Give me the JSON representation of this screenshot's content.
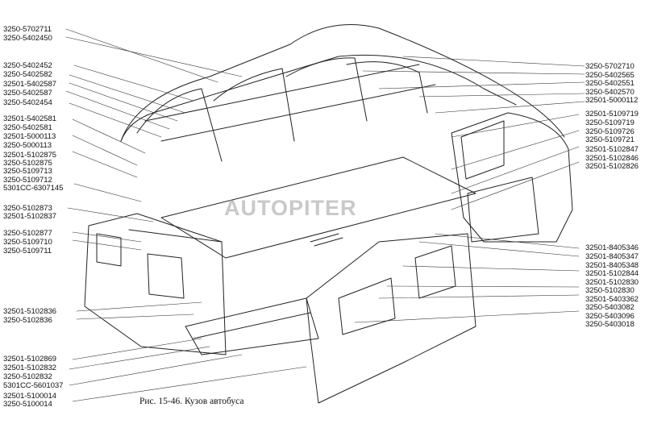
{
  "caption": "Рис. 15-46. Кузов автобуса",
  "watermark": "AUTOPITER",
  "left_labels": [
    "3250-5702711",
    "3250-5402450",
    "3250-5402452",
    "3250-5402582",
    "32501-5402587",
    "3250-5402587",
    "3250-5402454",
    "32501-5402581",
    "3250-5402581",
    "32501-5000113",
    "3250-5000113",
    "32501-5102875",
    "3250-5102875",
    "3250-5109713",
    "3250-5109712",
    "5301CC-6307145",
    "3250-5102873",
    "32501-5102837",
    "3250-5102877",
    "3250-5109710",
    "3250-5109711",
    "32501-5102836",
    "3250-5102836",
    "32501-5102869",
    "32501-5102832",
    "3250-5102832",
    "5301CC-5601037",
    "32501-5100014",
    "3250-5100014"
  ],
  "right_labels": [
    "3250-5702710",
    "3250-5402565",
    "3250-5402551",
    "3250-5402570",
    "32501-5000112",
    "32501-5109719",
    "3250-5109719",
    "3250-5109726",
    "3250-5109721",
    "32501-5102847",
    "32501-5102846",
    "32501-5102826",
    "32501-8405346",
    "32501-8405347",
    "32501-8405348",
    "32501-5102844",
    "32501-5102830",
    "3250-5102830",
    "32501-5403362",
    "3250-5403082",
    "3250-5403096",
    "3250-5403018"
  ]
}
